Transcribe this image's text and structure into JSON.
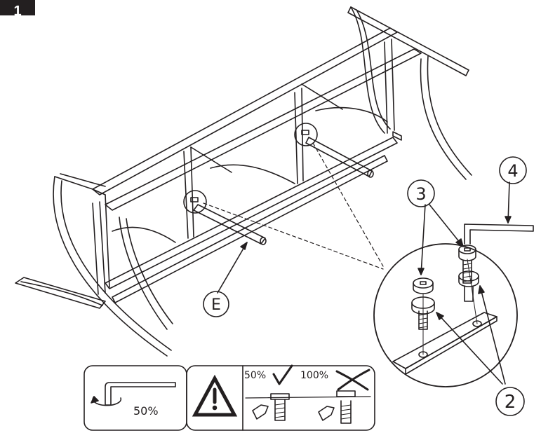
{
  "step": {
    "number": "1"
  },
  "callouts": {
    "frame_part": "E",
    "bolt": "3",
    "washer": "2",
    "hex_key": "4"
  },
  "instructions": {
    "tighten_percent": "50%",
    "ok_percent": "50%",
    "bad_percent": "100%"
  },
  "colors": {
    "ink": "#231f20",
    "background": "#ffffff"
  }
}
